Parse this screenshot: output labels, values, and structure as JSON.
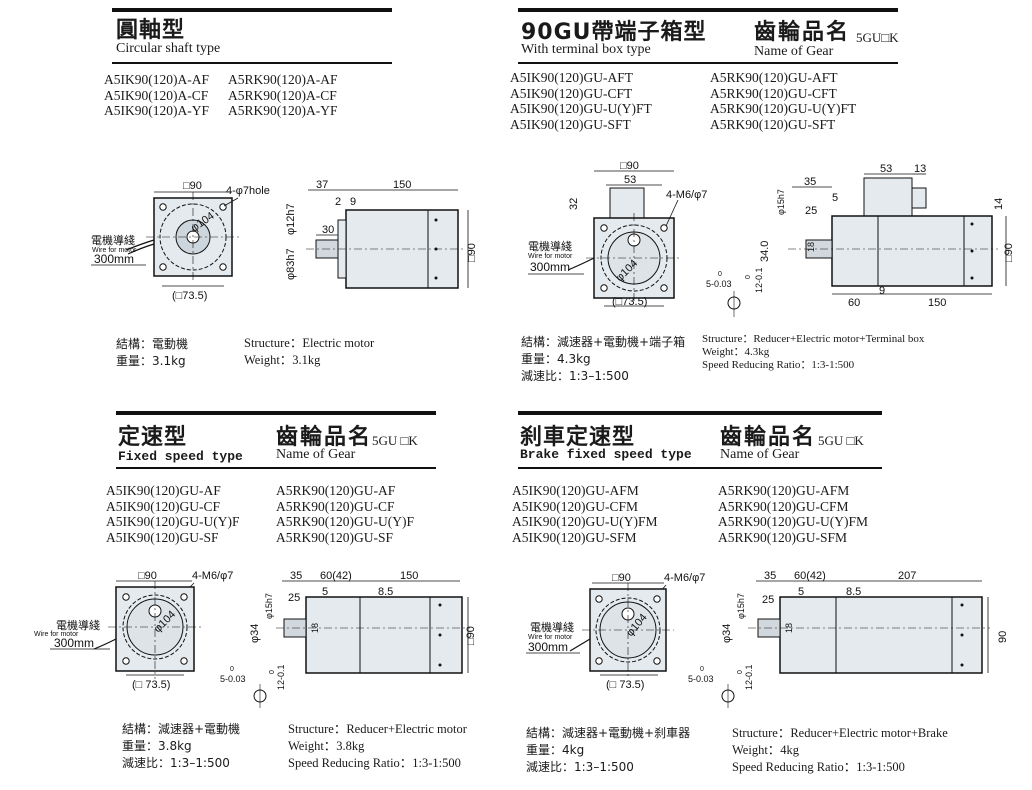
{
  "q1": {
    "title": "圓軸型",
    "subtitle": "Circular shaft type",
    "models_left": [
      "A5IK90(120)A-AF",
      "A5IK90(120)A-CF",
      "A5IK90(120)A-YF"
    ],
    "models_right": [
      "A5RK90(120)A-AF",
      "A5RK90(120)A-CF",
      "A5RK90(120)A-YF"
    ],
    "front": {
      "sq": "□90",
      "hole": "4-φ7hole",
      "dia": "φ104",
      "wire_cn": "電機導綫",
      "wire_en": "Wire for motor",
      "wire_len": "300mm",
      "bottom": "(□73.5)"
    },
    "side": {
      "d1": "37",
      "d2": "2",
      "d3": "9",
      "d4": "150",
      "d5": "30",
      "shaft_d": "φ12h7",
      "flange_d": "φ83h7",
      "height": "□90"
    },
    "structure_cn": "結構：電動機",
    "weight_cn": "重量：3.1kg",
    "structure_en": "Structure：Electric motor",
    "weight_en": "Weight：3.1kg"
  },
  "q2": {
    "title": "90GU帶端子箱型",
    "subtitle": "With terminal box type",
    "gear_title": "齒輪品名",
    "gear_sub": "Name of Gear",
    "gear_code": "5GU□K",
    "models_left": [
      "A5IK90(120)GU-AFT",
      "A5IK90(120)GU-CFT",
      "A5IK90(120)GU-U(Y)FT",
      "A5IK90(120)GU-SFT"
    ],
    "models_right": [
      "A5RK90(120)GU-AFT",
      "A5RK90(120)GU-CFT",
      "A5RK90(120)GU-U(Y)FT",
      "A5RK90(120)GU-SFT"
    ],
    "front": {
      "sq": "□90",
      "w": "53",
      "h": "32",
      "hole": "4-M6/φ7",
      "dia": "φ104",
      "wire_cn": "電機導綫",
      "wire_en": "Wire for motor",
      "wire_len": "300mm",
      "bottom": "(□73.5)"
    },
    "key": {
      "tol": "0",
      "tol2": "5-0.03",
      "tol3": "0",
      "tol4": "12-0.1"
    },
    "side": {
      "d1": "35",
      "d2": "25",
      "d3": "5",
      "d4": "53",
      "d5": "13",
      "d6": "14",
      "d7": "60",
      "d8": "9",
      "d9": "150",
      "shaft": "φ15h7",
      "flange": "34.0",
      "key": "18",
      "height": "□90"
    },
    "structure_cn": "結構：減速器+電動機+端子箱",
    "weight_cn": "重量：4.3kg",
    "ratio_cn": "減速比：1:3–1:500",
    "structure_en": "Structure：Reducer+Electric motor+Terminal box",
    "weight_en": "Weight：4.3kg",
    "ratio_en": "Speed Reducing Ratio：1:3-1:500"
  },
  "q3": {
    "title": "定速型",
    "subtitle": "Fixed speed type",
    "gear_title": "齒輪品名",
    "gear_sub": "Name of Gear",
    "gear_code": "5GU □K",
    "models_left": [
      "A5IK90(120)GU-AF",
      "A5IK90(120)GU-CF",
      "A5IK90(120)GU-U(Y)F",
      "A5IK90(120)GU-SF"
    ],
    "models_right": [
      "A5RK90(120)GU-AF",
      "A5RK90(120)GU-CF",
      "A5RK90(120)GU-U(Y)F",
      "A5RK90(120)GU-SF"
    ],
    "front": {
      "sq": "□90",
      "hole": "4-M6/φ7",
      "dia": "φ104",
      "wire_cn": "電機導綫",
      "wire_en": "Wire for motor",
      "wire_len": "300mm",
      "bottom": "(□ 73.5)"
    },
    "key": {
      "tol": "0",
      "tol2": "5-0.03",
      "tol3": "0",
      "tol4": "12-0.1"
    },
    "side": {
      "d1": "35",
      "d2": "60(42)",
      "d3": "150",
      "d4": "25",
      "d5": "5",
      "d6": "8.5",
      "shaft": "φ15h7",
      "flange": "φ34",
      "key": "18",
      "height": "□90"
    },
    "structure_cn": "結構：減速器+電動機",
    "weight_cn": "重量：3.8kg",
    "ratio_cn": "減速比：1:3–1:500",
    "structure_en": "Structure：Reducer+Electric motor",
    "weight_en": "Weight：3.8kg",
    "ratio_en": "Speed Reducing Ratio：1:3-1:500"
  },
  "q4": {
    "title": "刹車定速型",
    "subtitle": "Brake fixed speed type",
    "gear_title": "齒輪品名",
    "gear_sub": "Name of Gear",
    "gear_code": "5GU □K",
    "models_left": [
      "A5IK90(120)GU-AFM",
      "A5IK90(120)GU-CFM",
      "A5IK90(120)GU-U(Y)FM",
      "A5IK90(120)GU-SFM"
    ],
    "models_right": [
      "A5RK90(120)GU-AFM",
      "A5RK90(120)GU-CFM",
      "A5RK90(120)GU-U(Y)FM",
      "A5RK90(120)GU-SFM"
    ],
    "front": {
      "sq": "□90",
      "hole": "4-M6/φ7",
      "dia": "φ104",
      "wire_cn": "電機導綫",
      "wire_en": "Wire for motor",
      "wire_len": "300mm",
      "bottom": "(□ 73.5)"
    },
    "key": {
      "tol": "0",
      "tol2": "5-0.03",
      "tol3": "0",
      "tol4": "12-0.1"
    },
    "side": {
      "d1": "35",
      "d2": "60(42)",
      "d3": "207",
      "d4": "25",
      "d5": "5",
      "d6": "8.5",
      "shaft": "φ15h7",
      "flange": "φ34",
      "key": "18",
      "height": "90"
    },
    "structure_cn": "結構：減速器+電動機+刹車器",
    "weight_cn": "重量：4kg",
    "ratio_cn": "減速比：1:3–1:500",
    "structure_en": "Structure：Reducer+Electric motor+Brake",
    "weight_en": "Weight：4kg",
    "ratio_en": "Speed Reducing Ratio：1:3-1:500"
  }
}
